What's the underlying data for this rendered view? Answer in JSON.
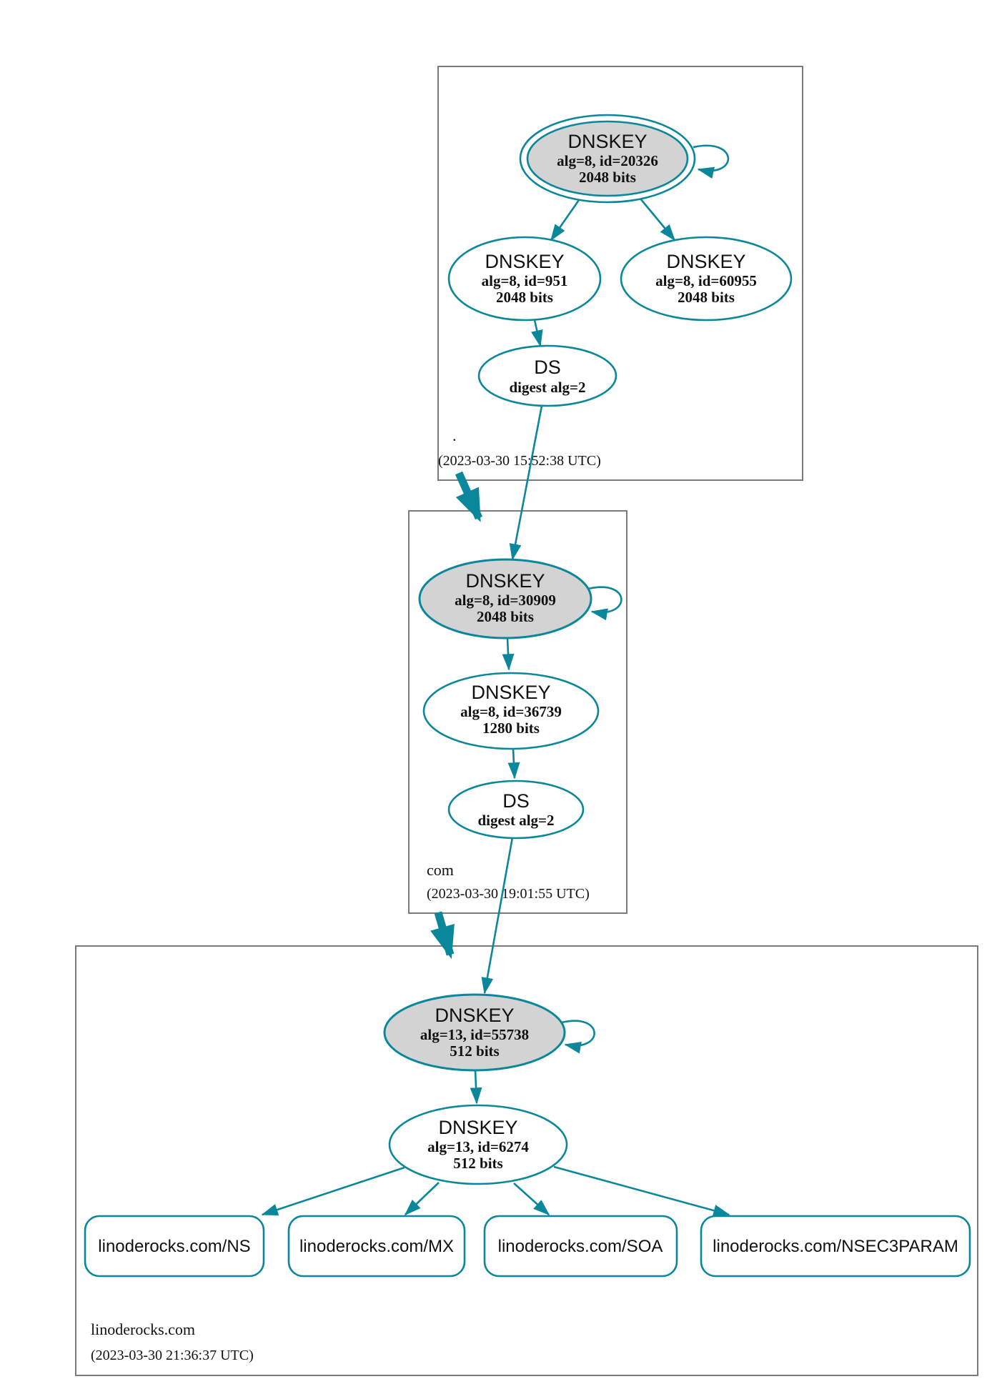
{
  "colors": {
    "edge": "#0a879a",
    "ksk-fill": "#d3d3d3",
    "zone-border": "#7a7a7a",
    "text": "#111111"
  },
  "zones": [
    {
      "name": ".",
      "timestamp": "(2023-03-30 15:52:38 UTC)",
      "ksk": {
        "title": "DNSKEY",
        "detail": "alg=8, id=20326",
        "bits": "2048 bits"
      },
      "zsk": {
        "title": "DNSKEY",
        "detail": "alg=8, id=951",
        "bits": "2048 bits"
      },
      "zsk2": {
        "title": "DNSKEY",
        "detail": "alg=8, id=60955",
        "bits": "2048 bits"
      },
      "ds": {
        "title": "DS",
        "detail": "digest alg=2"
      }
    },
    {
      "name": "com",
      "timestamp": "(2023-03-30 19:01:55 UTC)",
      "ksk": {
        "title": "DNSKEY",
        "detail": "alg=8, id=30909",
        "bits": "2048 bits"
      },
      "zsk": {
        "title": "DNSKEY",
        "detail": "alg=8, id=36739",
        "bits": "1280 bits"
      },
      "ds": {
        "title": "DS",
        "detail": "digest alg=2"
      }
    },
    {
      "name": "linoderocks.com",
      "timestamp": "(2023-03-30 21:36:37 UTC)",
      "ksk": {
        "title": "DNSKEY",
        "detail": "alg=13, id=55738",
        "bits": "512 bits"
      },
      "zsk": {
        "title": "DNSKEY",
        "detail": "alg=13, id=6274",
        "bits": "512 bits"
      },
      "rrsets": [
        "linoderocks.com/NS",
        "linoderocks.com/MX",
        "linoderocks.com/SOA",
        "linoderocks.com/NSEC3PARAM"
      ]
    }
  ]
}
